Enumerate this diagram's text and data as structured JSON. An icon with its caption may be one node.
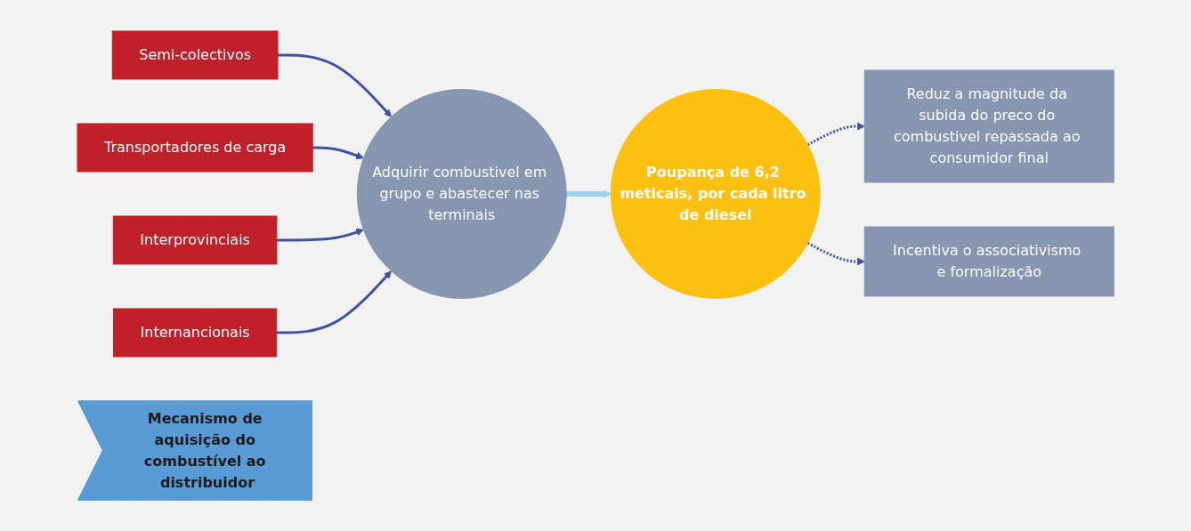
{
  "diagram": {
    "nodes": [
      {
        "text": [
          "Semi-colectivos"
        ]
      },
      {
        "text": [
          "Transportadores de carga"
        ]
      },
      {
        "text": [
          "Interprovinciais"
        ]
      },
      {
        "text": [
          "Internancionais"
        ]
      },
      {
        "text": [
          "Adquirir combustivel em grupo e abastecer nas terminais"
        ]
      },
      {
        "text": [
          "Poupança de 6,2 meticais, por cada litro de diesel"
        ]
      },
      {
        "text": [
          "Reduz a magnitude da subida do preco do combustivel repassada ao consumidor final"
        ]
      },
      {
        "text": [
          "Incentiva o associativismo e formalização"
        ]
      },
      {
        "text": [
          "Mecanismo de aquisição do combustível ao distribuidor"
        ]
      }
    ],
    "edges": [
      {
        "from": 0,
        "to": 4,
        "arrow": "to"
      },
      {
        "from": 1,
        "to": 4,
        "arrow": "to"
      },
      {
        "from": 2,
        "to": 4,
        "arrow": "to"
      },
      {
        "from": 3,
        "to": 4,
        "arrow": "to"
      },
      {
        "from": 4,
        "to": 5,
        "arrow": "to",
        "style": "thick",
        "color": "#9dd3f0"
      },
      {
        "from": 5,
        "to": 6,
        "arrow": "to",
        "style": "dashed"
      },
      {
        "from": 5,
        "to": 7,
        "arrow": "to",
        "style": "dashed"
      }
    ]
  }
}
